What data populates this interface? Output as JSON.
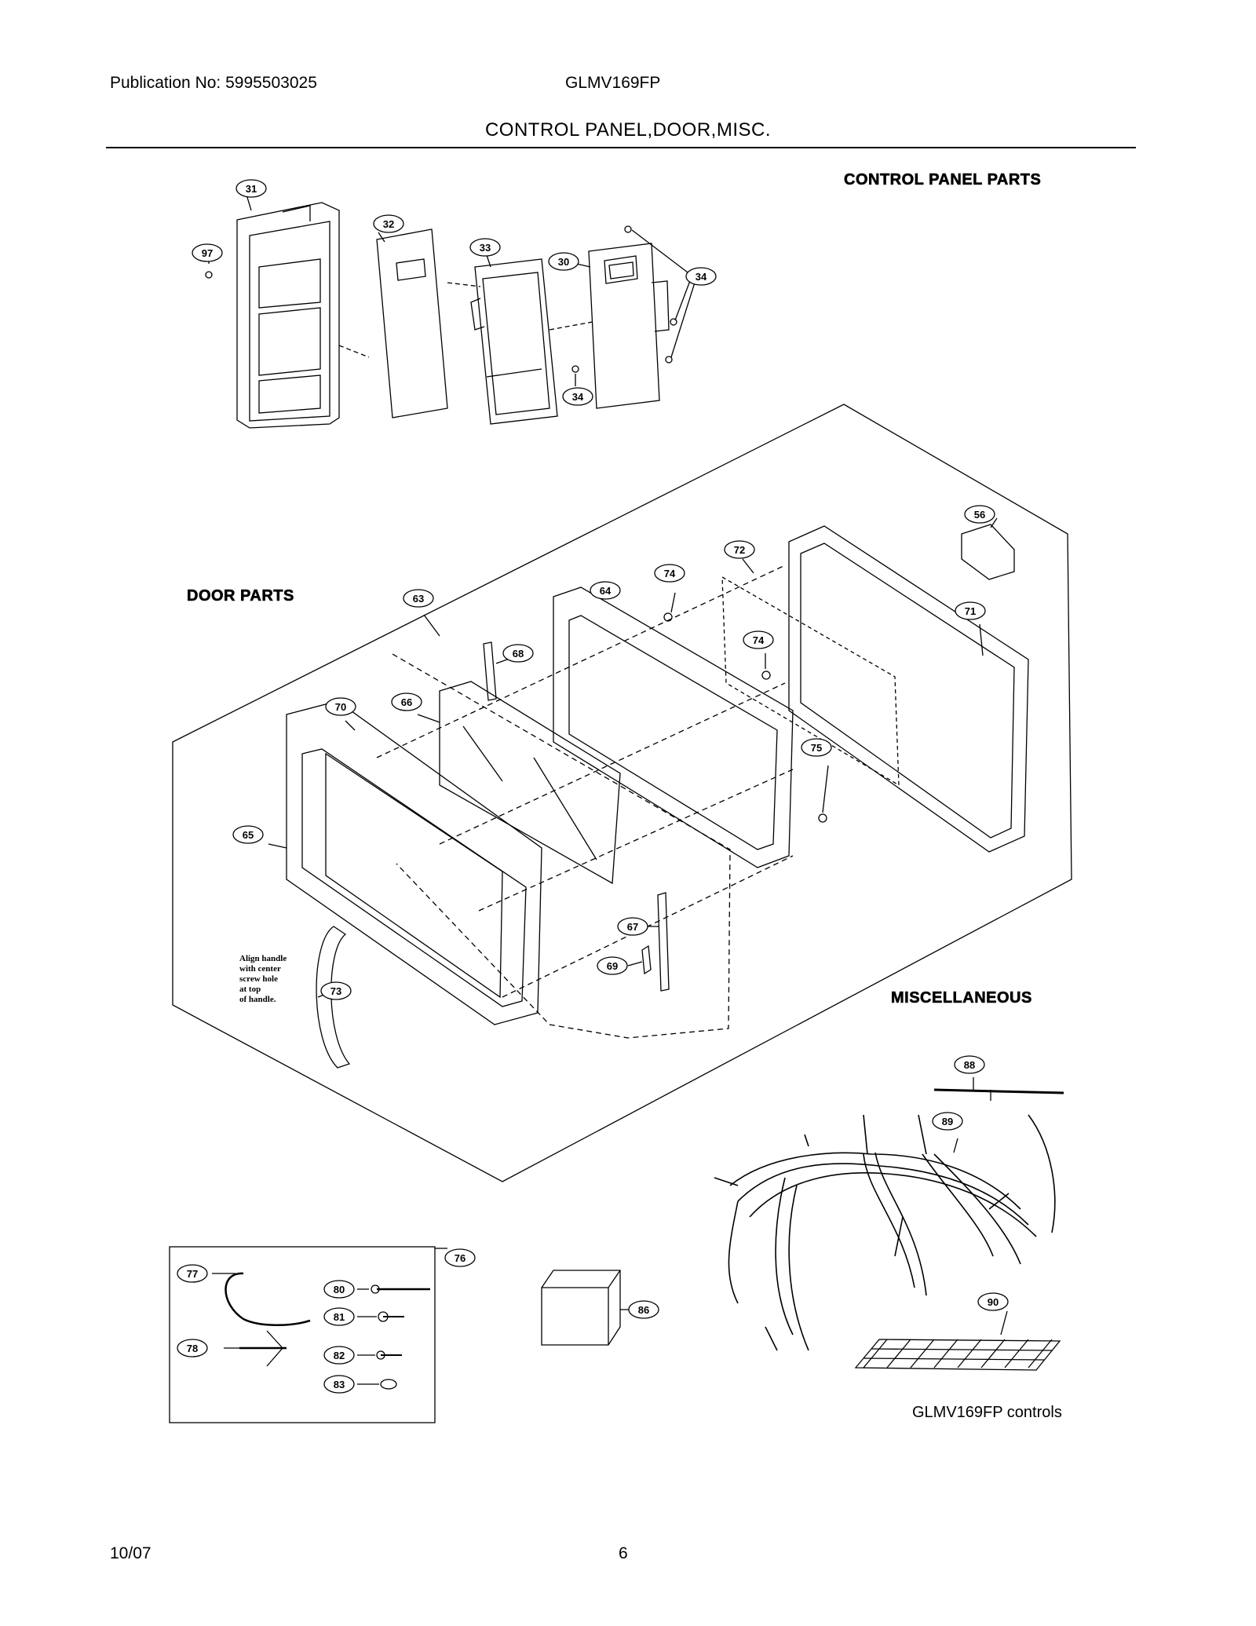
{
  "header": {
    "publication": "Publication No: 5995503025",
    "model": "GLMV169FP"
  },
  "title": "CONTROL PANEL,DOOR,MISC.",
  "sections": {
    "control_panel": "CONTROL PANEL PARTS",
    "door": "DOOR PARTS",
    "misc": "MISCELLANEOUS"
  },
  "note": {
    "lines": [
      "Align handle",
      "with center",
      "screw hole",
      "at top",
      "of handle."
    ]
  },
  "callouts": [
    {
      "id": "c31",
      "label": "31"
    },
    {
      "id": "c97",
      "label": "97"
    },
    {
      "id": "c32",
      "label": "32"
    },
    {
      "id": "c33",
      "label": "33"
    },
    {
      "id": "c30",
      "label": "30"
    },
    {
      "id": "c34a",
      "label": "34"
    },
    {
      "id": "c34b",
      "label": "34"
    },
    {
      "id": "c56",
      "label": "56"
    },
    {
      "id": "c72",
      "label": "72"
    },
    {
      "id": "c74a",
      "label": "74"
    },
    {
      "id": "c64",
      "label": "64"
    },
    {
      "id": "c63",
      "label": "63"
    },
    {
      "id": "c68",
      "label": "68"
    },
    {
      "id": "c71",
      "label": "71"
    },
    {
      "id": "c74b",
      "label": "74"
    },
    {
      "id": "c70",
      "label": "70"
    },
    {
      "id": "c66",
      "label": "66"
    },
    {
      "id": "c75",
      "label": "75"
    },
    {
      "id": "c65",
      "label": "65"
    },
    {
      "id": "c67",
      "label": "67"
    },
    {
      "id": "c69",
      "label": "69"
    },
    {
      "id": "c73",
      "label": "73"
    },
    {
      "id": "c88",
      "label": "88"
    },
    {
      "id": "c89",
      "label": "89"
    },
    {
      "id": "c76",
      "label": "76"
    },
    {
      "id": "c77",
      "label": "77"
    },
    {
      "id": "c80",
      "label": "80"
    },
    {
      "id": "c81",
      "label": "81"
    },
    {
      "id": "c78",
      "label": "78"
    },
    {
      "id": "c82",
      "label": "82"
    },
    {
      "id": "c83",
      "label": "83"
    },
    {
      "id": "c86",
      "label": "86"
    },
    {
      "id": "c90",
      "label": "90"
    }
  ],
  "caption": "GLMV169FP controls",
  "footer": {
    "date": "10/07",
    "page": "6"
  }
}
